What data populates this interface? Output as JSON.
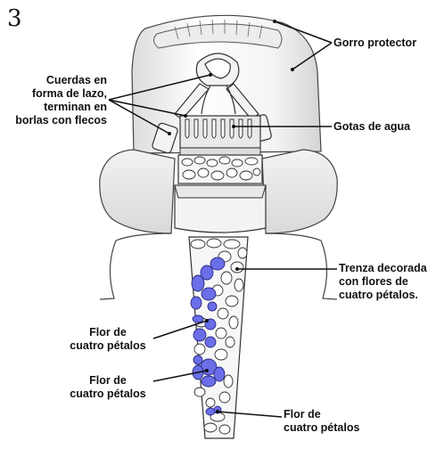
{
  "figure_number": "3",
  "labels": {
    "gorro": "Gorro protector",
    "cuerdas": [
      "Cuerdas en",
      "forma de lazo,",
      "terminan en",
      "borlas con flecos"
    ],
    "gotas": "Gotas de agua",
    "trenza": [
      "Trenza decorada",
      "con flores de",
      "cuatro pétalos."
    ],
    "flor1": [
      "Flor de",
      "cuatro pétalos"
    ],
    "flor2": [
      "Flor de",
      "cuatro pétalos"
    ],
    "flor3": [
      "Flor de",
      "cuatro pétalos"
    ]
  },
  "colors": {
    "flower_highlight": "#6a6ee8",
    "line": "#111111",
    "stroke": "#444444",
    "shade": "#e6e6e6"
  }
}
